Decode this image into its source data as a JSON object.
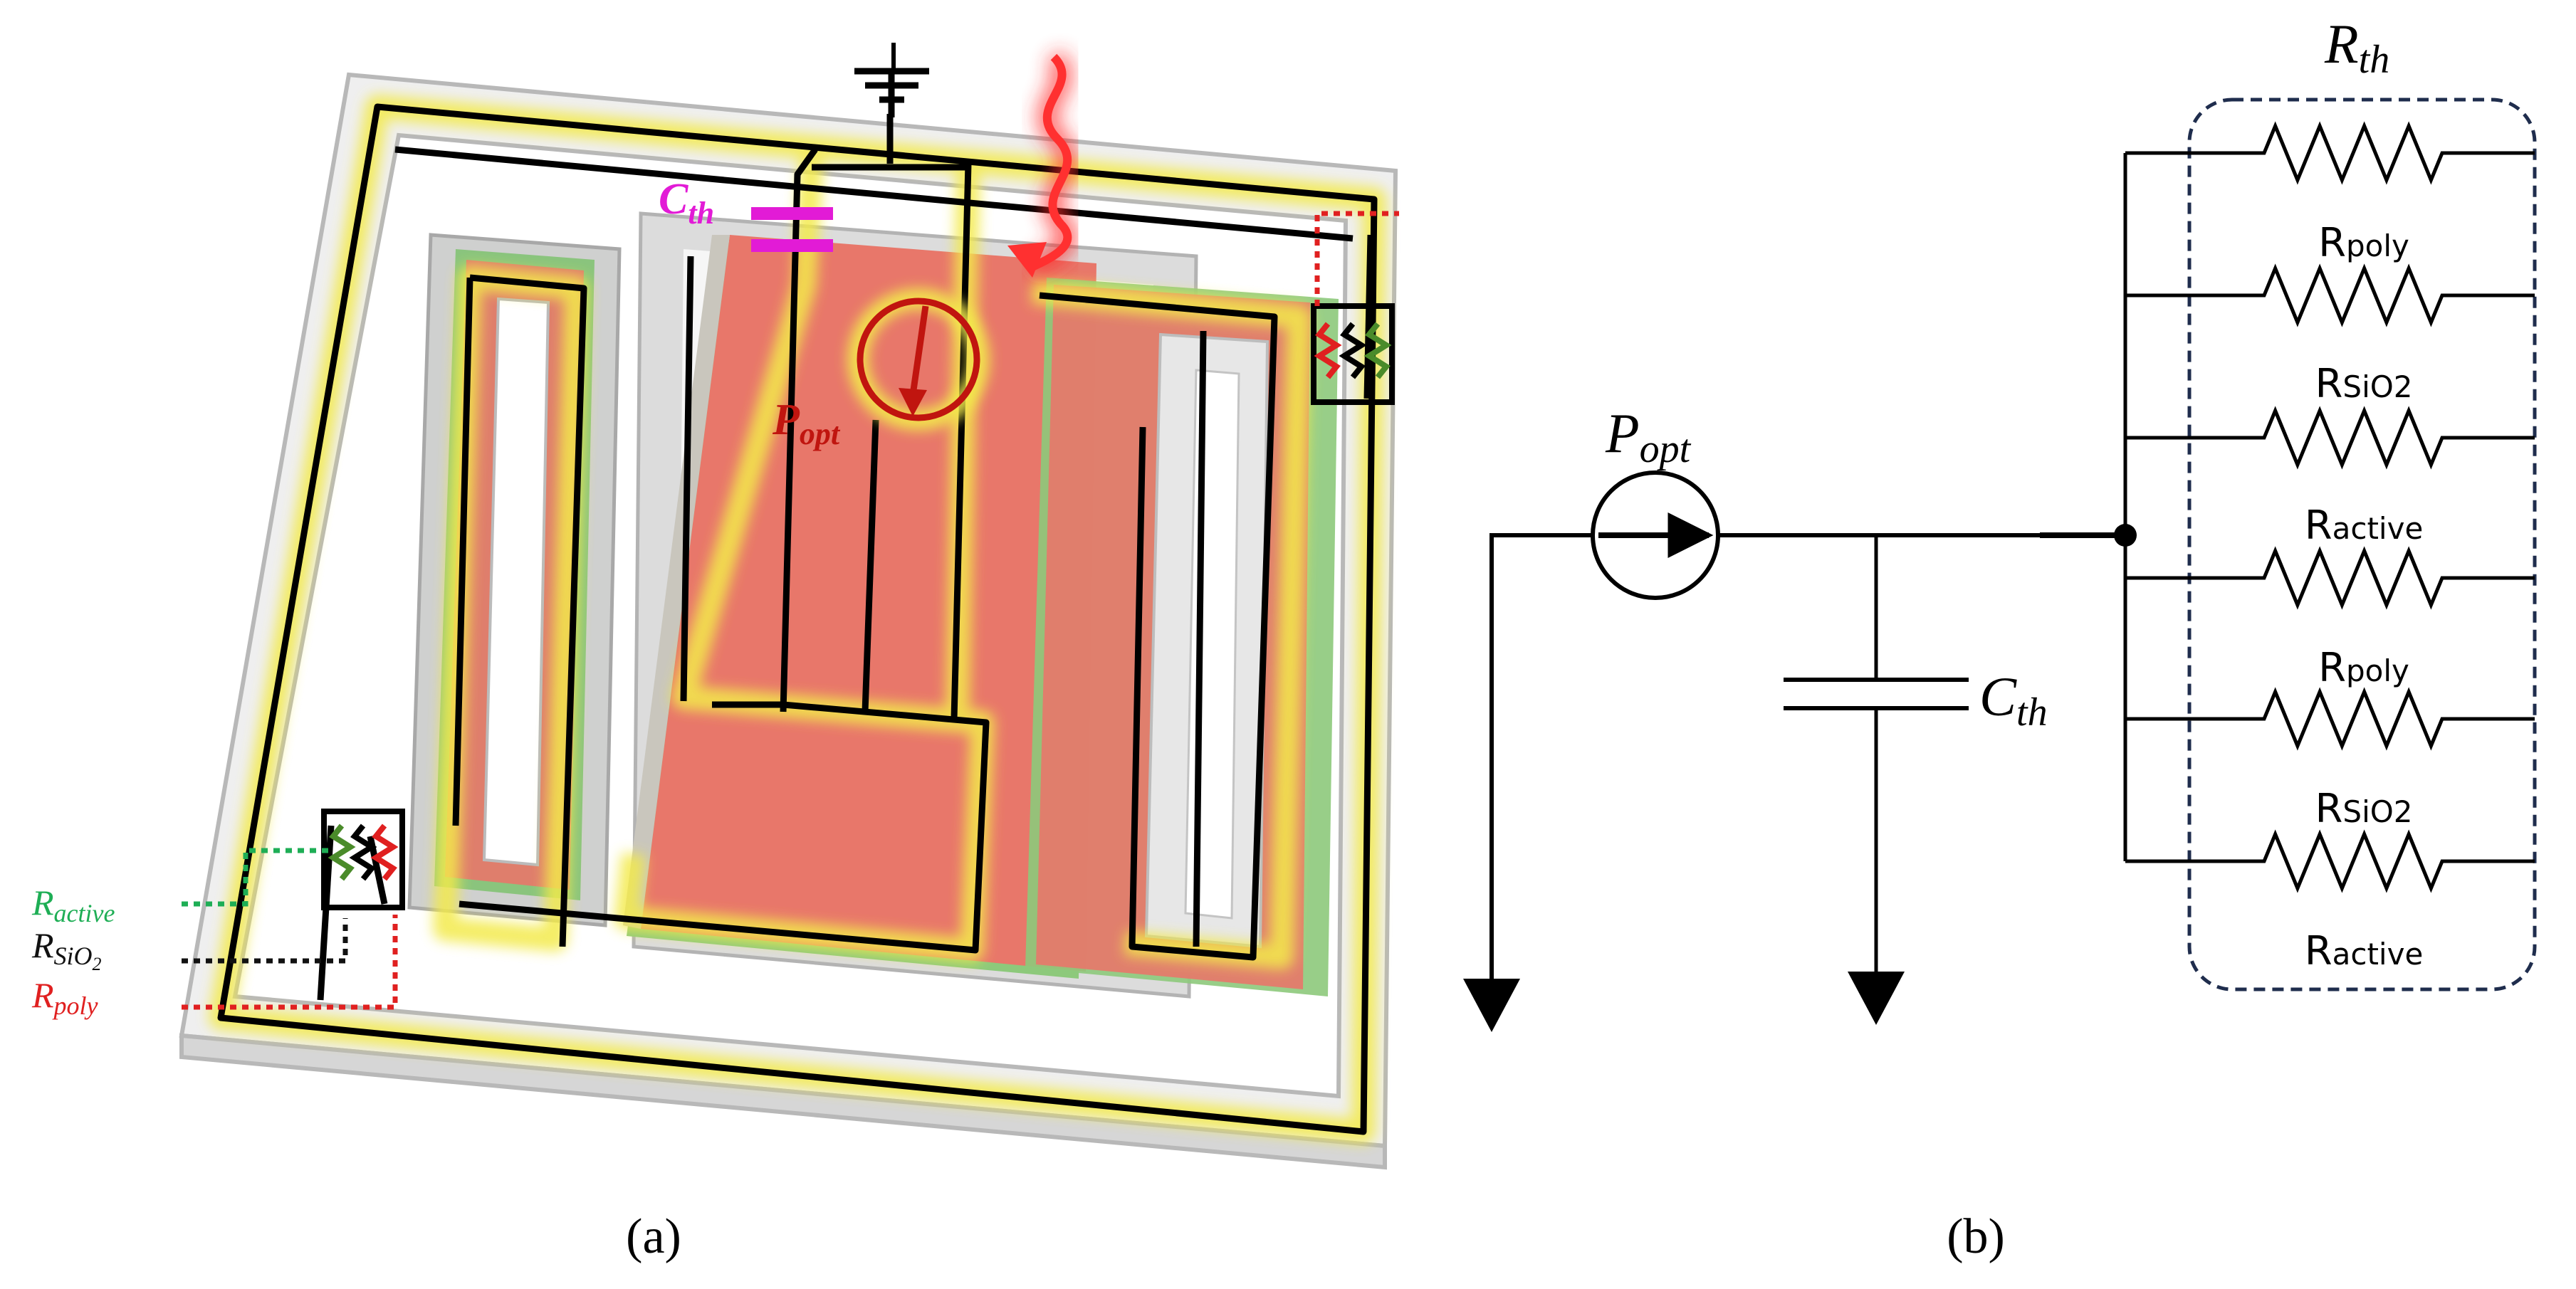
{
  "panel_a": {
    "caption": "(a)",
    "labels": {
      "c_th": {
        "main": "C",
        "sub": "th"
      },
      "p_opt": {
        "main": "P",
        "sub": "opt"
      },
      "r_active": {
        "main": "R",
        "sub": "active"
      },
      "r_sio2": {
        "main": "R",
        "sub": "SiO",
        "sub2": "2"
      },
      "r_poly": {
        "main": "R",
        "sub": "poly"
      }
    },
    "colors": {
      "absorber": "#e8776a",
      "active_layer": "#7ec26f",
      "c_th": "#e21bd6",
      "p_opt": "#c0150f",
      "r_active": "#1eae55",
      "r_sio2": "#111111",
      "r_poly": "#e02020",
      "circuit": "#000000",
      "glow": "#f3ea4b"
    }
  },
  "panel_b": {
    "caption": "(b)",
    "labels": {
      "p_opt": {
        "main": "P",
        "sub": "opt"
      },
      "c_th": {
        "main": "C",
        "sub": "th"
      },
      "r_th": {
        "main": "R",
        "sub": "th"
      }
    },
    "resistor_labels": [
      {
        "main": "R",
        "sub": "poly"
      },
      {
        "main": "R",
        "sub": "SiO2"
      },
      {
        "main": "R",
        "sub": "active"
      },
      {
        "main": "R",
        "sub": "poly"
      },
      {
        "main": "R",
        "sub": "SiO2"
      },
      {
        "main": "R",
        "sub": "active"
      }
    ],
    "colors": {
      "wire": "#000000",
      "group_box": "#1f2d4d"
    }
  }
}
